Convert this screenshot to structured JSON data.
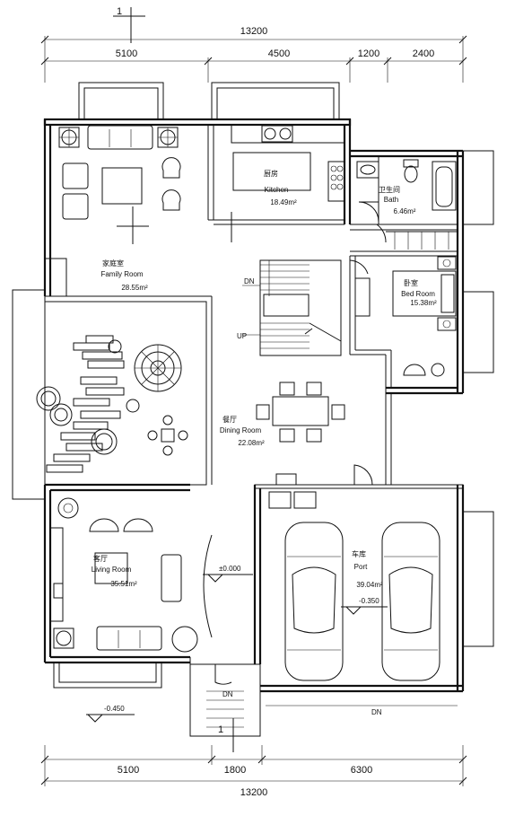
{
  "top_dims": {
    "total": "13200",
    "segments": [
      "5100",
      "4500",
      "1200",
      "2400"
    ]
  },
  "bottom_dims": {
    "total": "13200",
    "segments": [
      "5100",
      "1800",
      "6300"
    ]
  },
  "section_marks": {
    "top": "1",
    "bottom": "1"
  },
  "rooms": {
    "family": {
      "cn": "家庭室",
      "en": "Family Room",
      "area": "28.55m²"
    },
    "kitchen": {
      "cn": "厨房",
      "en": "Kitchen",
      "area": "18.49m²"
    },
    "bath": {
      "cn": "卫生间",
      "en": "Bath",
      "area": "6.46m²"
    },
    "bedroom": {
      "cn": "卧室",
      "en": "Bed Room",
      "area": "15.38m²"
    },
    "dining": {
      "cn": "餐厅",
      "en": "Dining Room",
      "area": "22.08m²"
    },
    "living": {
      "cn": "客厅",
      "en": "Living Room",
      "area": "35.51m²"
    },
    "garage": {
      "cn": "车库",
      "en": "Port",
      "area": "39.04m²"
    }
  },
  "stairs": {
    "dn": "DN",
    "up": "UP"
  },
  "levels": {
    "main": "±0.000",
    "garage": "-0.350",
    "outside": "-0.450"
  },
  "exits": {
    "front_dn": "DN",
    "garage_dn": "DN"
  }
}
